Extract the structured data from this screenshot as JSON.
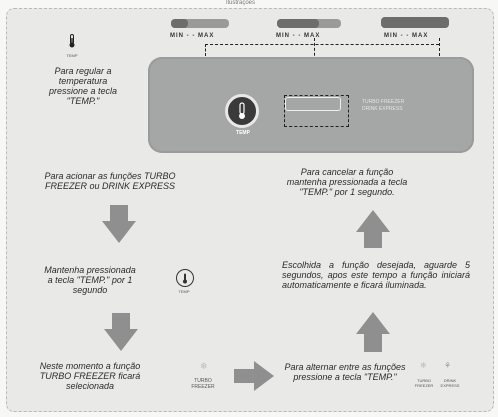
{
  "header": {
    "caption": "Ilustrações"
  },
  "scales": [
    {
      "label": "MIN - - MAX",
      "level": 0.3
    },
    {
      "label": "MIN - - MAX",
      "level": 0.65
    },
    {
      "label": "MIN - - MAX",
      "level": 1.0
    }
  ],
  "left_intro": {
    "icon_label": "TEMP",
    "text": "Para regular a temperatura pressione a tecla \"TEMP.\""
  },
  "panel": {
    "button_label": "TEMP",
    "labels": [
      "TURBO FREEZER",
      "DRINK EXPRESS"
    ]
  },
  "steps": {
    "step1": "Para acionar as funções TURBO FREEZER ou DRINK EXPRESS",
    "step2": "Mantenha pressionada a tecla \"TEMP.\" por 1 segundo",
    "step2_icon_label": "TEMP",
    "step3": "Neste momento a função TURBO FREEZER ficará selecionada",
    "step3_icon_label": "TURBO FREEZER",
    "step4": "Para alternar entre as funções pressione a tecla \"TEMP.\"",
    "step4_icon_labels": [
      "TURBO FREEZER",
      "DRINK EXPRESS"
    ],
    "step5": "Escolhida a função desejada, aguarde 5 segundos, apos este tempo a função iniciará automaticamente e ficará iluminada.",
    "step6": "Para cancelar a função mantenha pressionada a tecla \"TEMP.\" por 1 segundo."
  },
  "colors": {
    "arrow": "#8f8f8f",
    "panel": "#a5a6a6",
    "background": "#e9e9e7"
  }
}
